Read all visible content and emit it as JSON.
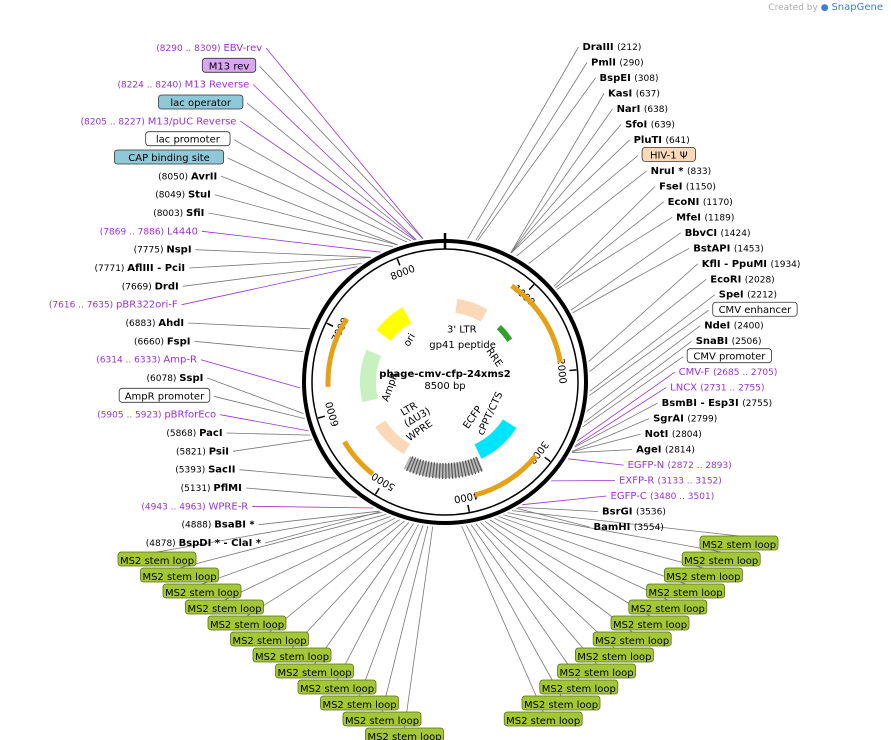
{
  "credit": {
    "prefix": "Created by",
    "brand": "SnapGene"
  },
  "plasmid": {
    "name": "phage-cmv-cfp-24xms2",
    "length_text": "8500 bp",
    "length": 8500
  },
  "ruler_ticks": [
    "1000",
    "2000",
    "3000",
    "4000",
    "5000",
    "6000",
    "7000",
    "8000"
  ],
  "colors": {
    "feature_purple": "#9933cc",
    "enzyme_black": "#000000",
    "ms2_fill": "#a4c639",
    "orange_arrow": "#e6a117",
    "yellow_arrow": "#ffff00",
    "cyan_arrow": "#00e5ff",
    "green_arrow": "#33a02c",
    "mint_arrow": "#c8f0c0",
    "lac_blue": "#8fc9d9",
    "m13_purple": "#d9a6f2",
    "hiv_peach": "#fbd8b8"
  },
  "inner_labels": [
    {
      "text": "3' LTR"
    },
    {
      "text": "gp41 peptide"
    },
    {
      "text": "RRE"
    },
    {
      "text": "cPPT/CTS"
    },
    {
      "text": "ECFP"
    },
    {
      "text": "WPRE"
    },
    {
      "text": "(ΔU3)"
    },
    {
      "text": "LTR"
    },
    {
      "text": "AmpR"
    },
    {
      "text": "ori"
    }
  ],
  "labels": [
    {
      "kind": "feature",
      "name": "EBV-rev",
      "coords": "(8290 .. 8309)",
      "side": "L"
    },
    {
      "kind": "box",
      "name": "M13 rev",
      "style": "m13",
      "side": "L"
    },
    {
      "kind": "feature",
      "name": "M13 Reverse",
      "coords": "(8224 .. 8240)",
      "side": "L"
    },
    {
      "kind": "box",
      "name": "lac operator",
      "style": "lac",
      "side": "L"
    },
    {
      "kind": "feature",
      "name": "M13/pUC Reverse",
      "coords": "(8205 .. 8227)",
      "side": "L"
    },
    {
      "kind": "box",
      "name": "lac promoter",
      "style": "plain",
      "side": "L"
    },
    {
      "kind": "box",
      "name": "CAP binding site",
      "style": "lac",
      "side": "L"
    },
    {
      "kind": "enzyme",
      "name": "AvrII",
      "pos": "(8050)",
      "side": "L"
    },
    {
      "kind": "enzyme",
      "name": "StuI",
      "pos": "(8049)",
      "side": "L"
    },
    {
      "kind": "enzyme",
      "name": "SfiI",
      "pos": "(8003)",
      "side": "L"
    },
    {
      "kind": "feature",
      "name": "L4440",
      "coords": "(7869 .. 7886)",
      "side": "L"
    },
    {
      "kind": "enzyme",
      "name": "NspI",
      "pos": "(7775)",
      "side": "L"
    },
    {
      "kind": "enzyme",
      "name": "AflIII  - PciI",
      "pos": "(7771)",
      "side": "L"
    },
    {
      "kind": "enzyme",
      "name": "DrdI",
      "pos": "(7669)",
      "side": "L"
    },
    {
      "kind": "feature",
      "name": "pBR322ori-F",
      "coords": "(7616 .. 7635)",
      "side": "L"
    },
    {
      "kind": "enzyme",
      "name": "AhdI",
      "pos": "(6883)",
      "side": "L"
    },
    {
      "kind": "enzyme",
      "name": "FspI",
      "pos": "(6660)",
      "side": "L"
    },
    {
      "kind": "feature",
      "name": "Amp-R",
      "coords": "(6314 .. 6333)",
      "side": "L"
    },
    {
      "kind": "enzyme",
      "name": "SspI",
      "pos": "(6078)",
      "side": "L"
    },
    {
      "kind": "box",
      "name": "AmpR promoter",
      "style": "plain",
      "side": "L"
    },
    {
      "kind": "feature",
      "name": "pBRforEco",
      "coords": "(5905 .. 5923)",
      "side": "L"
    },
    {
      "kind": "enzyme",
      "name": "PacI",
      "pos": "(5868)",
      "side": "L"
    },
    {
      "kind": "enzyme",
      "name": "PsiI",
      "pos": "(5821)",
      "side": "L"
    },
    {
      "kind": "enzyme",
      "name": "SacII",
      "pos": "(5393)",
      "side": "L"
    },
    {
      "kind": "enzyme",
      "name": "PflMI",
      "pos": "(5131)",
      "side": "L"
    },
    {
      "kind": "feature",
      "name": "WPRE-R",
      "coords": "(4943 .. 4963)",
      "side": "L"
    },
    {
      "kind": "enzyme",
      "name": "BsaBI *",
      "pos": "(4888)",
      "side": "L"
    },
    {
      "kind": "enzyme",
      "name": "BspDI *  - ClaI *",
      "pos": "(4878)",
      "side": "L"
    },
    {
      "kind": "enzyme",
      "name": "DraIII",
      "pos": "(212)",
      "side": "R"
    },
    {
      "kind": "enzyme",
      "name": "PmlI",
      "pos": "(290)",
      "side": "R"
    },
    {
      "kind": "enzyme",
      "name": "BspEI",
      "pos": "(308)",
      "side": "R"
    },
    {
      "kind": "enzyme",
      "name": "KasI",
      "pos": "(637)",
      "side": "R"
    },
    {
      "kind": "enzyme",
      "name": "NarI",
      "pos": "(638)",
      "side": "R"
    },
    {
      "kind": "enzyme",
      "name": "SfoI",
      "pos": "(639)",
      "side": "R"
    },
    {
      "kind": "enzyme",
      "name": "PluTI",
      "pos": "(641)",
      "side": "R"
    },
    {
      "kind": "box",
      "name": "HIV-1 Ψ",
      "style": "hiv",
      "side": "R"
    },
    {
      "kind": "enzyme",
      "name": "NruI *",
      "pos": "(833)",
      "side": "R"
    },
    {
      "kind": "enzyme",
      "name": "FseI",
      "pos": "(1150)",
      "side": "R"
    },
    {
      "kind": "enzyme",
      "name": "EcoNI",
      "pos": "(1170)",
      "side": "R"
    },
    {
      "kind": "enzyme",
      "name": "MfeI",
      "pos": "(1189)",
      "side": "R"
    },
    {
      "kind": "enzyme",
      "name": "BbvCI",
      "pos": "(1424)",
      "side": "R"
    },
    {
      "kind": "enzyme",
      "name": "BstAPI",
      "pos": "(1453)",
      "side": "R"
    },
    {
      "kind": "enzyme",
      "name": "KflI  - PpuMI",
      "pos": "(1934)",
      "side": "R"
    },
    {
      "kind": "enzyme",
      "name": "EcoRI",
      "pos": "(2028)",
      "side": "R"
    },
    {
      "kind": "enzyme",
      "name": "SpeI",
      "pos": "(2212)",
      "side": "R"
    },
    {
      "kind": "box",
      "name": "CMV enhancer",
      "style": "plain",
      "side": "R"
    },
    {
      "kind": "enzyme",
      "name": "NdeI",
      "pos": "(2400)",
      "side": "R"
    },
    {
      "kind": "enzyme",
      "name": "SnaBI",
      "pos": "(2506)",
      "side": "R"
    },
    {
      "kind": "box",
      "name": "CMV promoter",
      "style": "plain",
      "side": "R"
    },
    {
      "kind": "feature",
      "name": "CMV-F",
      "coords": "(2685 .. 2705)",
      "side": "R"
    },
    {
      "kind": "feature",
      "name": "LNCX",
      "coords": "(2731 .. 2755)",
      "side": "R"
    },
    {
      "kind": "enzyme",
      "name": "BsmBI  - Esp3I",
      "pos": "(2755)",
      "side": "R"
    },
    {
      "kind": "enzyme",
      "name": "SgrAI",
      "pos": "(2799)",
      "side": "R"
    },
    {
      "kind": "enzyme",
      "name": "NotI",
      "pos": "(2804)",
      "side": "R"
    },
    {
      "kind": "enzyme",
      "name": "AgeI",
      "pos": "(2814)",
      "side": "R"
    },
    {
      "kind": "feature",
      "name": "EGFP-N",
      "coords": "(2872 .. 2893)",
      "side": "R"
    },
    {
      "kind": "feature",
      "name": "EXFP-R",
      "coords": "(3133 .. 3152)",
      "side": "R"
    },
    {
      "kind": "feature",
      "name": "EGFP-C",
      "coords": "(3480 .. 3501)",
      "side": "R"
    },
    {
      "kind": "enzyme",
      "name": "BsrGI",
      "pos": "(3536)",
      "side": "R"
    },
    {
      "kind": "enzyme",
      "name": "BamHI",
      "pos": "(3554)",
      "side": "R"
    }
  ],
  "ms2_label": "MS2 stem loop",
  "ms2_count": 24
}
